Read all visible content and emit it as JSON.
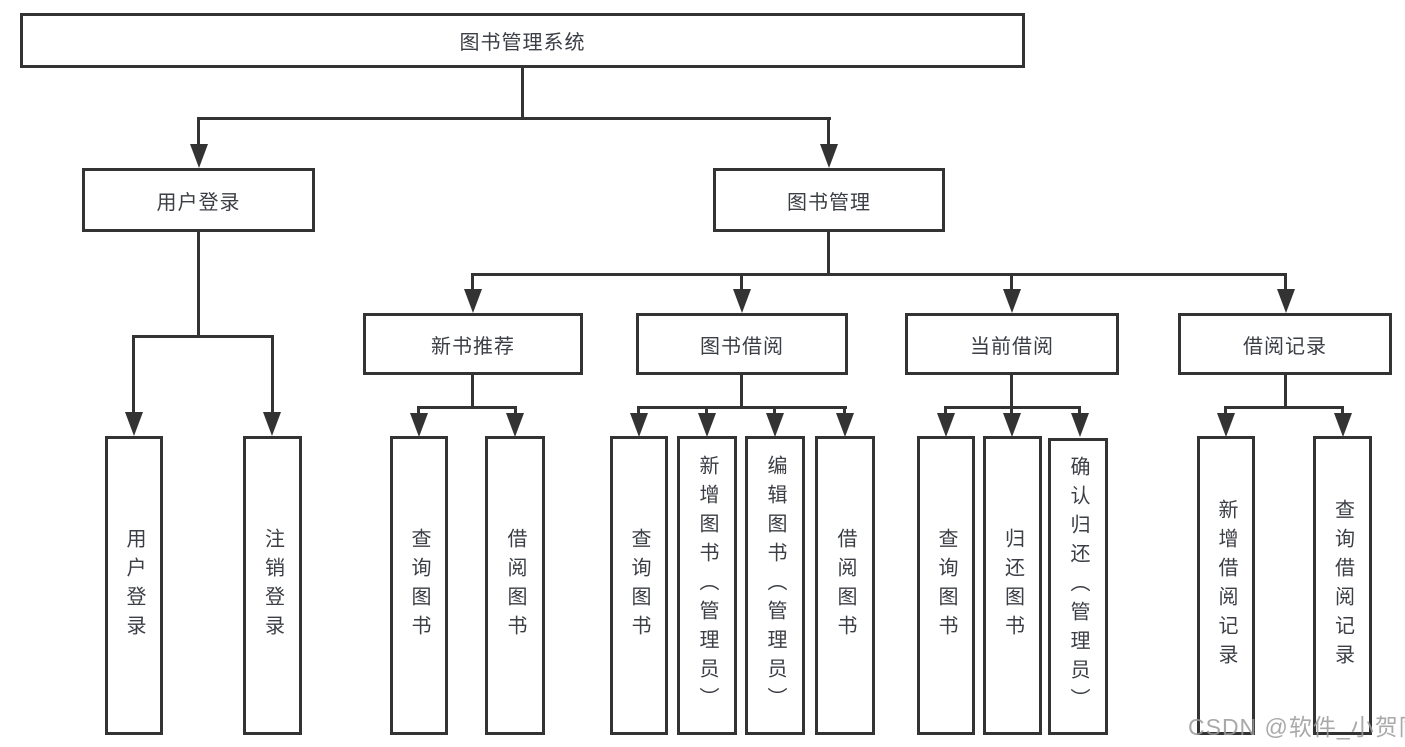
{
  "diagram_title": "图书管理系统",
  "nodes": {
    "root": "图书管理系统",
    "user_login": "用户登录",
    "book_mgmt": "图书管理",
    "new_book_rec": "新书推荐",
    "book_borrow": "图书借阅",
    "current_borrow": "当前借阅",
    "borrow_record": "借阅记录",
    "ul_login": "用户登录",
    "ul_logout": "注销登录",
    "nb_query": "查询图书",
    "nb_borrow": "借阅图书",
    "bb_query": "查询图书",
    "bb_add": "新增图书（管理员）",
    "bb_edit": "编辑图书（管理员）",
    "bb_borrow": "借阅图书",
    "cb_query": "查询图书",
    "cb_return": "归还图书",
    "cb_confirm": "确认归还（管理员）",
    "br_add": "新增借阅记录",
    "br_query": "查询借阅记录"
  },
  "hierarchy": {
    "图书管理系统": {
      "用户登录": [
        "用户登录",
        "注销登录"
      ],
      "图书管理": {
        "新书推荐": [
          "查询图书",
          "借阅图书"
        ],
        "图书借阅": [
          "查询图书",
          "新增图书（管理员）",
          "编辑图书（管理员）",
          "借阅图书"
        ],
        "当前借阅": [
          "查询图书",
          "归还图书",
          "确认归还（管理员）"
        ],
        "借阅记录": [
          "新增借阅记录",
          "查询借阅记录"
        ]
      }
    }
  },
  "watermark": "CSDN @软件_小贺同学",
  "colors": {
    "line": "#333333",
    "text": "#3b3e44",
    "background": "#ffffff",
    "watermark": "#9b9b9b"
  }
}
